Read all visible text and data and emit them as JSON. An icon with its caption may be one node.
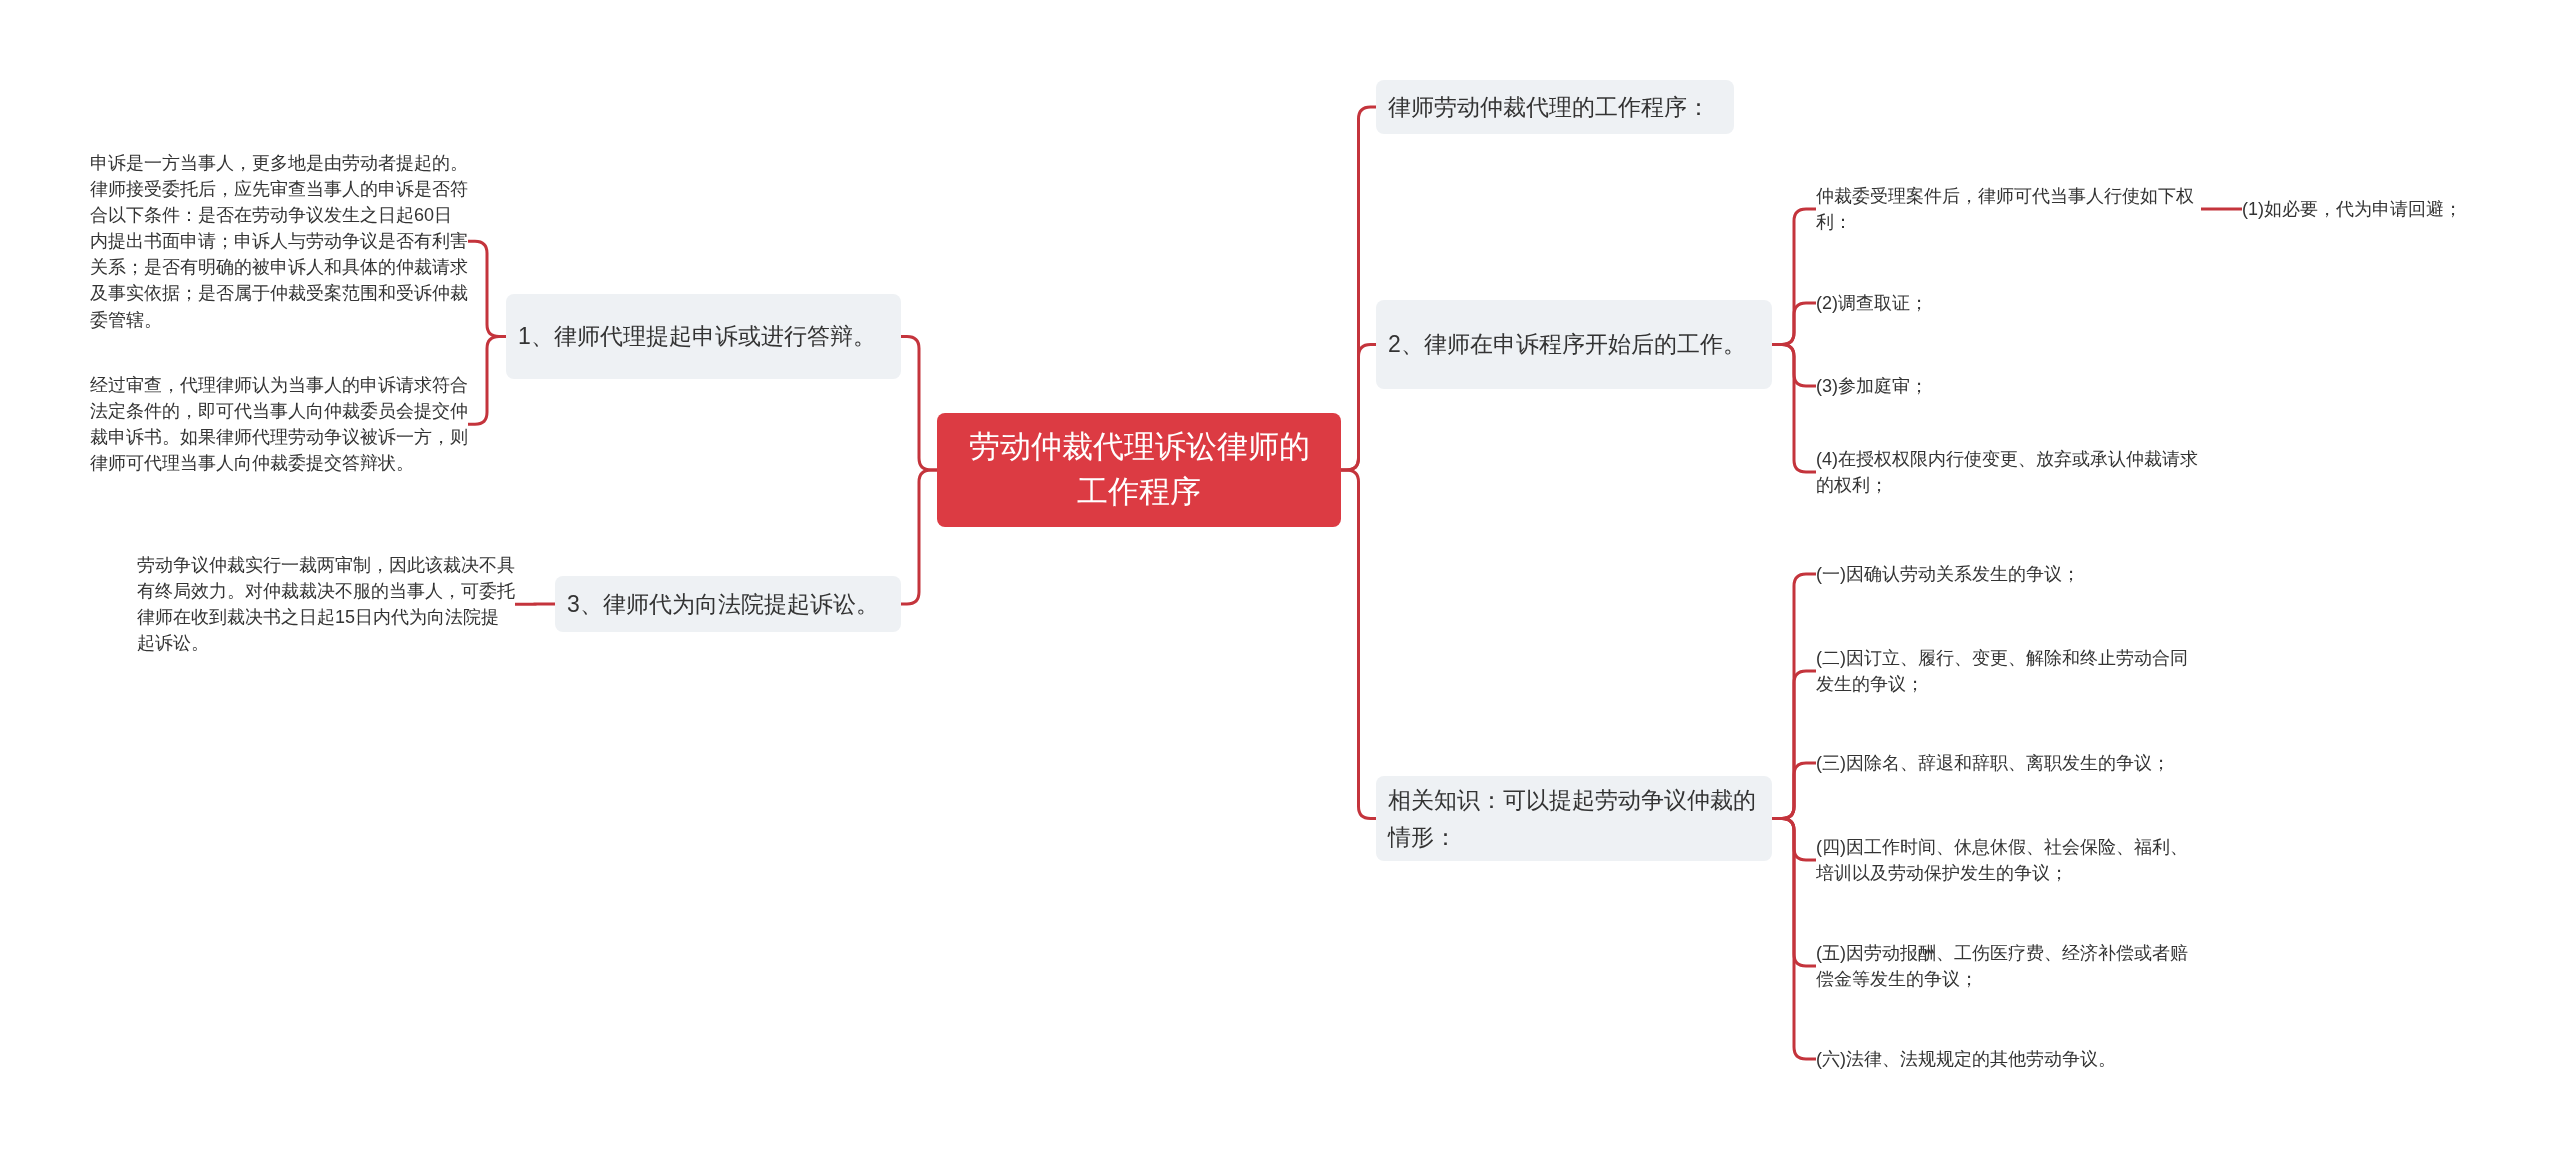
{
  "diagram": {
    "nodes": [
      {
        "text": [
          "劳动仲裁代理诉讼律师的工作程序"
        ]
      },
      {
        "text": [
          "1、律师代理提起申诉或进行答辩。"
        ]
      },
      {
        "text": [
          "申诉是一方当事人，更多地是由劳动者提起的。律师接受委托后，应先审查当事人的申诉是否符合以下条件：是否在劳动争议发生之日起60日内提出书面申请；申诉人与劳动争议是否有利害关系；是否有明确的被申诉人和具体的仲裁请求及事实依据；是否属于仲裁受案范围和受诉仲裁委管辖。"
        ]
      },
      {
        "text": [
          "经过审查，代理律师认为当事人的申诉请求符合法定条件的，即可代当事人向仲裁委员会提交仲裁申诉书。如果律师代理劳动争议被诉一方，则律师可代理当事人向仲裁委提交答辩状。"
        ]
      },
      {
        "text": [
          "3、律师代为向法院提起诉讼。"
        ]
      },
      {
        "text": [
          "劳动争议仲裁实行一裁两审制，因此该裁决不具有终局效力。对仲裁裁决不服的当事人，可委托律师在收到裁决书之日起15日内代为向法院提起诉讼。"
        ]
      },
      {
        "text": [
          "律师劳动仲裁代理的工作程序："
        ]
      },
      {
        "text": [
          "2、律师在申诉程序开始后的工作。"
        ]
      },
      {
        "text": [
          "仲裁委受理案件后，律师可代当事人行使如下权利："
        ]
      },
      {
        "text": [
          "(1)如必要，代为申请回避；"
        ]
      },
      {
        "text": [
          "(2)调查取证；"
        ]
      },
      {
        "text": [
          "(3)参加庭审；"
        ]
      },
      {
        "text": [
          "(4)在授权权限内行使变更、放弃或承认仲裁请求的权利；"
        ]
      },
      {
        "text": [
          "相关知识：可以提起劳动争议仲裁的情形："
        ]
      },
      {
        "text": [
          "(一)因确认劳动关系发生的争议；"
        ]
      },
      {
        "text": [
          "(二)因订立、履行、变更、解除和终止劳动合同发生的争议；"
        ]
      },
      {
        "text": [
          "(三)因除名、辞退和辞职、离职发生的争议；"
        ]
      },
      {
        "text": [
          "(四)因工作时间、休息休假、社会保险、福利、培训以及劳动保护发生的争议；"
        ]
      },
      {
        "text": [
          "(五)因劳动报酬、工伤医疗费、经济补偿或者赔偿金等发生的争议；"
        ]
      },
      {
        "text": [
          "(六)法律、法规规定的其他劳动争议。"
        ]
      }
    ],
    "edges": [
      {
        "from": 0,
        "to": 1,
        "arrow": "none"
      },
      {
        "from": 1,
        "to": 2,
        "arrow": "none"
      },
      {
        "from": 1,
        "to": 3,
        "arrow": "none"
      },
      {
        "from": 0,
        "to": 4,
        "arrow": "none"
      },
      {
        "from": 4,
        "to": 5,
        "arrow": "none"
      },
      {
        "from": 0,
        "to": 6,
        "arrow": "none"
      },
      {
        "from": 0,
        "to": 7,
        "arrow": "none"
      },
      {
        "from": 7,
        "to": 8,
        "arrow": "none"
      },
      {
        "from": 8,
        "to": 9,
        "arrow": "none"
      },
      {
        "from": 7,
        "to": 10,
        "arrow": "none"
      },
      {
        "from": 7,
        "to": 11,
        "arrow": "none"
      },
      {
        "from": 7,
        "to": 12,
        "arrow": "none"
      },
      {
        "from": 0,
        "to": 13,
        "arrow": "none"
      },
      {
        "from": 13,
        "to": 14,
        "arrow": "none"
      },
      {
        "from": 13,
        "to": 15,
        "arrow": "none"
      },
      {
        "from": 13,
        "to": 16,
        "arrow": "none"
      },
      {
        "from": 13,
        "to": 17,
        "arrow": "none"
      },
      {
        "from": 13,
        "to": 18,
        "arrow": "none"
      },
      {
        "from": 13,
        "to": 19,
        "arrow": "none"
      }
    ]
  }
}
